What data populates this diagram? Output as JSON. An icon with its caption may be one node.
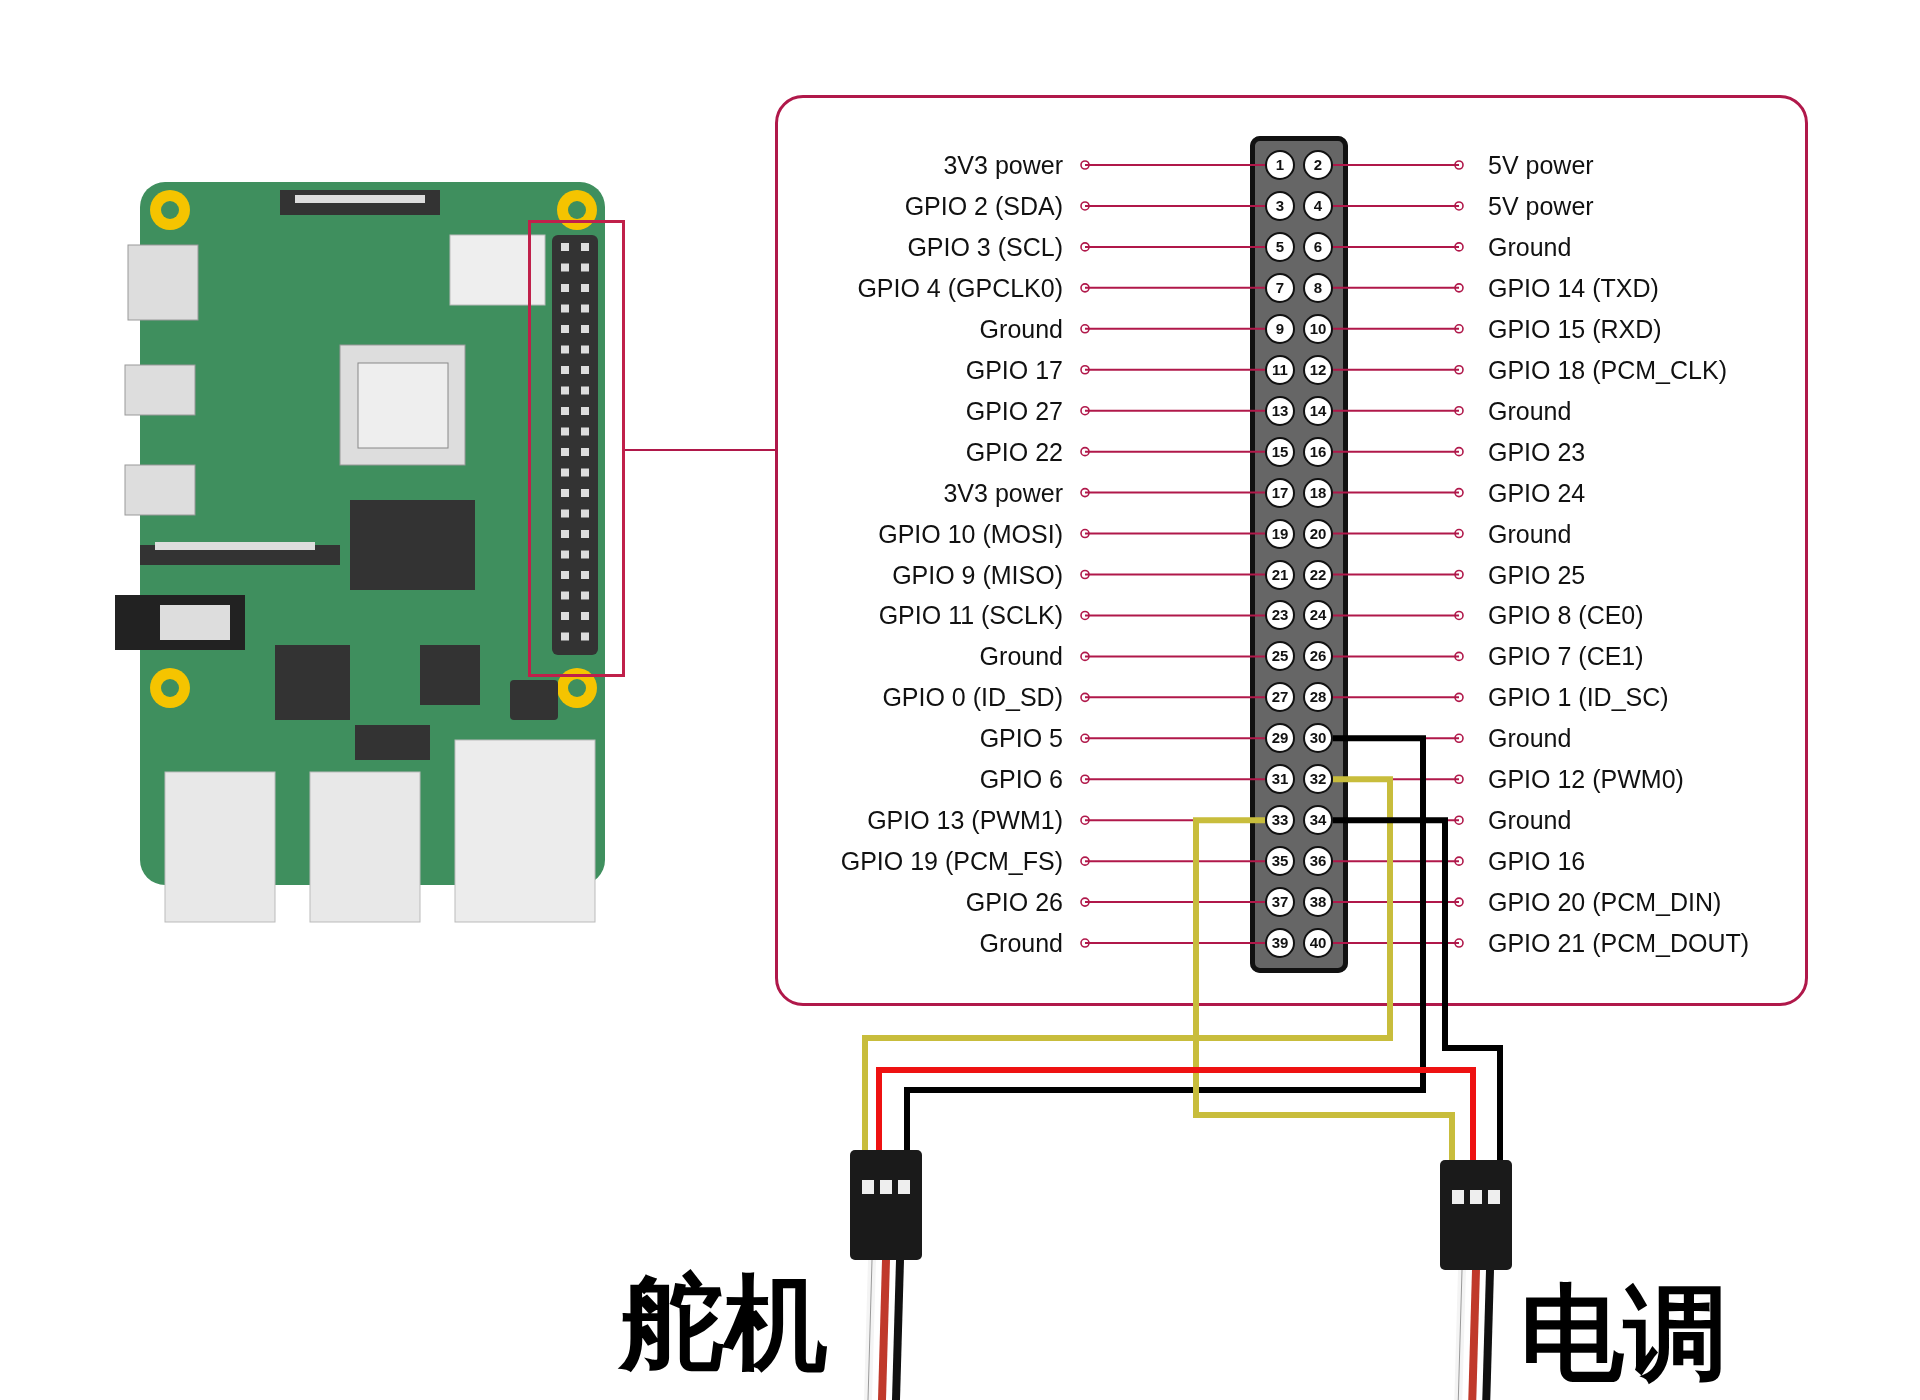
{
  "diagram": {
    "nodes": [
      {
        "text": [],
        "shape": "picture"
      },
      {
        "text": [],
        "shape": "box",
        "in": 0
      },
      {
        "text": [],
        "shape": "box"
      },
      {
        "text": [],
        "shape": "bar",
        "in": 2
      },
      {
        "text": [
          "1"
        ],
        "in": 3
      },
      {
        "text": [
          "2"
        ],
        "in": 3
      },
      {
        "text": [
          "3"
        ],
        "in": 3
      },
      {
        "text": [
          "4"
        ],
        "in": 3
      },
      {
        "text": [
          "5"
        ],
        "in": 3
      },
      {
        "text": [
          "6"
        ],
        "in": 3
      },
      {
        "text": [
          "7"
        ],
        "in": 3
      },
      {
        "text": [
          "8"
        ],
        "in": 3
      },
      {
        "text": [
          "9"
        ],
        "in": 3
      },
      {
        "text": [
          "10"
        ],
        "in": 3
      },
      {
        "text": [
          "11"
        ],
        "in": 3
      },
      {
        "text": [
          "12"
        ],
        "in": 3
      },
      {
        "text": [
          "13"
        ],
        "in": 3
      },
      {
        "text": [
          "14"
        ],
        "in": 3
      },
      {
        "text": [
          "15"
        ],
        "in": 3
      },
      {
        "text": [
          "16"
        ],
        "in": 3
      },
      {
        "text": [
          "17"
        ],
        "in": 3
      },
      {
        "text": [
          "18"
        ],
        "in": 3
      },
      {
        "text": [
          "19"
        ],
        "in": 3
      },
      {
        "text": [
          "20"
        ],
        "in": 3
      },
      {
        "text": [
          "21"
        ],
        "in": 3
      },
      {
        "text": [
          "22"
        ],
        "in": 3
      },
      {
        "text": [
          "23"
        ],
        "in": 3
      },
      {
        "text": [
          "24"
        ],
        "in": 3
      },
      {
        "text": [
          "25"
        ],
        "in": 3
      },
      {
        "text": [
          "26"
        ],
        "in": 3
      },
      {
        "text": [
          "27"
        ],
        "in": 3
      },
      {
        "text": [
          "28"
        ],
        "in": 3
      },
      {
        "text": [
          "29"
        ],
        "in": 3
      },
      {
        "text": [
          "30"
        ],
        "in": 3
      },
      {
        "text": [
          "31"
        ],
        "in": 3
      },
      {
        "text": [
          "32"
        ],
        "in": 3
      },
      {
        "text": [
          "33"
        ],
        "in": 3
      },
      {
        "text": [
          "34"
        ],
        "in": 3
      },
      {
        "text": [
          "35"
        ],
        "in": 3
      },
      {
        "text": [
          "36"
        ],
        "in": 3
      },
      {
        "text": [
          "37"
        ],
        "in": 3
      },
      {
        "text": [
          "38"
        ],
        "in": 3
      },
      {
        "text": [
          "39"
        ],
        "in": 3
      },
      {
        "text": [
          "40"
        ],
        "in": 3
      },
      {
        "text": [
          "3V3 power"
        ],
        "in": 2
      },
      {
        "text": [
          "5V power"
        ],
        "in": 2
      },
      {
        "text": [
          "GPIO 2 (SDA)"
        ],
        "in": 2
      },
      {
        "text": [
          "5V power"
        ],
        "in": 2
      },
      {
        "text": [
          "GPIO 3 (SCL)"
        ],
        "in": 2
      },
      {
        "text": [
          "Ground"
        ],
        "in": 2
      },
      {
        "text": [
          "GPIO 4 (GPCLK0)"
        ],
        "in": 2
      },
      {
        "text": [
          "GPIO 14 (TXD)"
        ],
        "in": 2
      },
      {
        "text": [
          "Ground"
        ],
        "in": 2
      },
      {
        "text": [
          "GPIO 15 (RXD)"
        ],
        "in": 2
      },
      {
        "text": [
          "GPIO 17"
        ],
        "in": 2
      },
      {
        "text": [
          "GPIO 18 (PCM_CLK)"
        ],
        "in": 2
      },
      {
        "text": [
          "GPIO 27"
        ],
        "in": 2
      },
      {
        "text": [
          "Ground"
        ],
        "in": 2
      },
      {
        "text": [
          "GPIO 22"
        ],
        "in": 2
      },
      {
        "text": [
          "GPIO 23"
        ],
        "in": 2
      },
      {
        "text": [
          "3V3 power"
        ],
        "in": 2
      },
      {
        "text": [
          "GPIO 24"
        ],
        "in": 2
      },
      {
        "text": [
          "GPIO 10 (MOSI)"
        ],
        "in": 2
      },
      {
        "text": [
          "Ground"
        ],
        "in": 2
      },
      {
        "text": [
          "GPIO 9 (MISO)"
        ],
        "in": 2
      },
      {
        "text": [
          "GPIO 25"
        ],
        "in": 2
      },
      {
        "text": [
          "GPIO 11 (SCLK)"
        ],
        "in": 2
      },
      {
        "text": [
          "GPIO 8 (CE0)"
        ],
        "in": 2
      },
      {
        "text": [
          "Ground"
        ],
        "in": 2
      },
      {
        "text": [
          "GPIO 7 (CE1)"
        ],
        "in": 2
      },
      {
        "text": [
          "GPIO 0 (ID_SD)"
        ],
        "in": 2
      },
      {
        "text": [
          "GPIO 1 (ID_SC)"
        ],
        "in": 2
      },
      {
        "text": [
          "GPIO 5"
        ],
        "in": 2
      },
      {
        "text": [
          "Ground"
        ],
        "in": 2
      },
      {
        "text": [
          "GPIO 6"
        ],
        "in": 2
      },
      {
        "text": [
          "GPIO 12 (PWM0)"
        ],
        "in": 2
      },
      {
        "text": [
          "GPIO 13 (PWM1)"
        ],
        "in": 2
      },
      {
        "text": [
          "Ground"
        ],
        "in": 2
      },
      {
        "text": [
          "GPIO 19 (PCM_FS)"
        ],
        "in": 2
      },
      {
        "text": [
          "GPIO 16"
        ],
        "in": 2
      },
      {
        "text": [
          "GPIO 26"
        ],
        "in": 2
      },
      {
        "text": [
          "GPIO 20 (PCM_DIN)"
        ],
        "in": 2
      },
      {
        "text": [
          "Ground"
        ],
        "in": 2
      },
      {
        "text": [
          "GPIO 21 (PCM_DOUT)"
        ],
        "in": 2
      },
      {
        "text": [
          "舵机"
        ]
      },
      {
        "text": [
          "电调"
        ]
      }
    ],
    "edges": [
      {
        "from": 1,
        "to": 2,
        "arrow": "none"
      },
      {
        "from": 44,
        "to": 4,
        "arrow": "other"
      },
      {
        "from": 45,
        "to": 5,
        "arrow": "other"
      },
      {
        "from": 46,
        "to": 6,
        "arrow": "other"
      },
      {
        "from": 47,
        "to": 7,
        "arrow": "other"
      },
      {
        "from": 48,
        "to": 8,
        "arrow": "other"
      },
      {
        "from": 49,
        "to": 9,
        "arrow": "other"
      },
      {
        "from": 50,
        "to": 10,
        "arrow": "other"
      },
      {
        "from": 51,
        "to": 11,
        "arrow": "other"
      },
      {
        "from": 52,
        "to": 12,
        "arrow": "other"
      },
      {
        "from": 53,
        "to": 13,
        "arrow": "other"
      },
      {
        "from": 54,
        "to": 14,
        "arrow": "other"
      },
      {
        "from": 55,
        "to": 15,
        "arrow": "other"
      },
      {
        "from": 56,
        "to": 16,
        "arrow": "other"
      },
      {
        "from": 57,
        "to": 17,
        "arrow": "other"
      },
      {
        "from": 58,
        "to": 18,
        "arrow": "other"
      },
      {
        "from": 59,
        "to": 19,
        "arrow": "other"
      },
      {
        "from": 60,
        "to": 20,
        "arrow": "other"
      },
      {
        "from": 61,
        "to": 21,
        "arrow": "other"
      },
      {
        "from": 62,
        "to": 22,
        "arrow": "other"
      },
      {
        "from": 63,
        "to": 23,
        "arrow": "other"
      },
      {
        "from": 64,
        "to": 24,
        "arrow": "other"
      },
      {
        "from": 65,
        "to": 25,
        "arrow": "other"
      },
      {
        "from": 66,
        "to": 26,
        "arrow": "other"
      },
      {
        "from": 67,
        "to": 27,
        "arrow": "other"
      },
      {
        "from": 68,
        "to": 28,
        "arrow": "other"
      },
      {
        "from": 69,
        "to": 29,
        "arrow": "other"
      },
      {
        "from": 70,
        "to": 30,
        "arrow": "other"
      },
      {
        "from": 71,
        "to": 31,
        "arrow": "other"
      },
      {
        "from": 72,
        "to": 32,
        "arrow": "other"
      },
      {
        "from": 73,
        "to": 33,
        "arrow": "other"
      },
      {
        "from": 74,
        "to": 34,
        "arrow": "other"
      },
      {
        "from": 75,
        "to": 35,
        "arrow": "other"
      },
      {
        "from": 76,
        "to": 36,
        "arrow": "other"
      },
      {
        "from": 77,
        "to": 37,
        "arrow": "other"
      },
      {
        "from": 78,
        "to": 38,
        "arrow": "other"
      },
      {
        "from": 79,
        "to": 39,
        "arrow": "other"
      },
      {
        "from": 80,
        "to": 40,
        "arrow": "other"
      },
      {
        "from": 81,
        "to": 41,
        "arrow": "other"
      },
      {
        "from": 82,
        "to": 42,
        "arrow": "other"
      },
      {
        "from": 83,
        "to": 43,
        "arrow": "other"
      },
      {
        "from": 35,
        "to": 84,
        "arrow": "none",
        "style": "thick",
        "color": "#c8bd3c"
      },
      {
        "from": 33,
        "to": 84,
        "arrow": "none",
        "style": "thick",
        "color": "#000000"
      },
      {
        "from": 36,
        "to": 85,
        "arrow": "none",
        "style": "thick",
        "color": "#c8bd3c"
      },
      {
        "from": 37,
        "to": 85,
        "arrow": "none",
        "style": "thick",
        "color": "#000000"
      },
      {
        "from": 84,
        "to": 85,
        "arrow": "none",
        "style": "thick",
        "color": "#ee1111"
      }
    ]
  }
}
